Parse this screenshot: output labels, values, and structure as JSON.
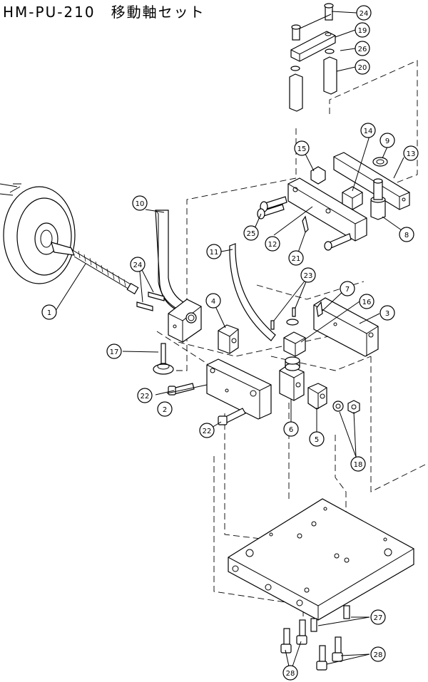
{
  "title": "HM-PU-210　移動軸セット",
  "callouts": [
    "1",
    "2",
    "3",
    "4",
    "5",
    "6",
    "7",
    "8",
    "9",
    "10",
    "11",
    "12",
    "13",
    "14",
    "15",
    "16",
    "17",
    "18",
    "19",
    "20",
    "21",
    "22",
    "22",
    "23",
    "24",
    "24",
    "25",
    "26",
    "27",
    "28",
    "28"
  ]
}
